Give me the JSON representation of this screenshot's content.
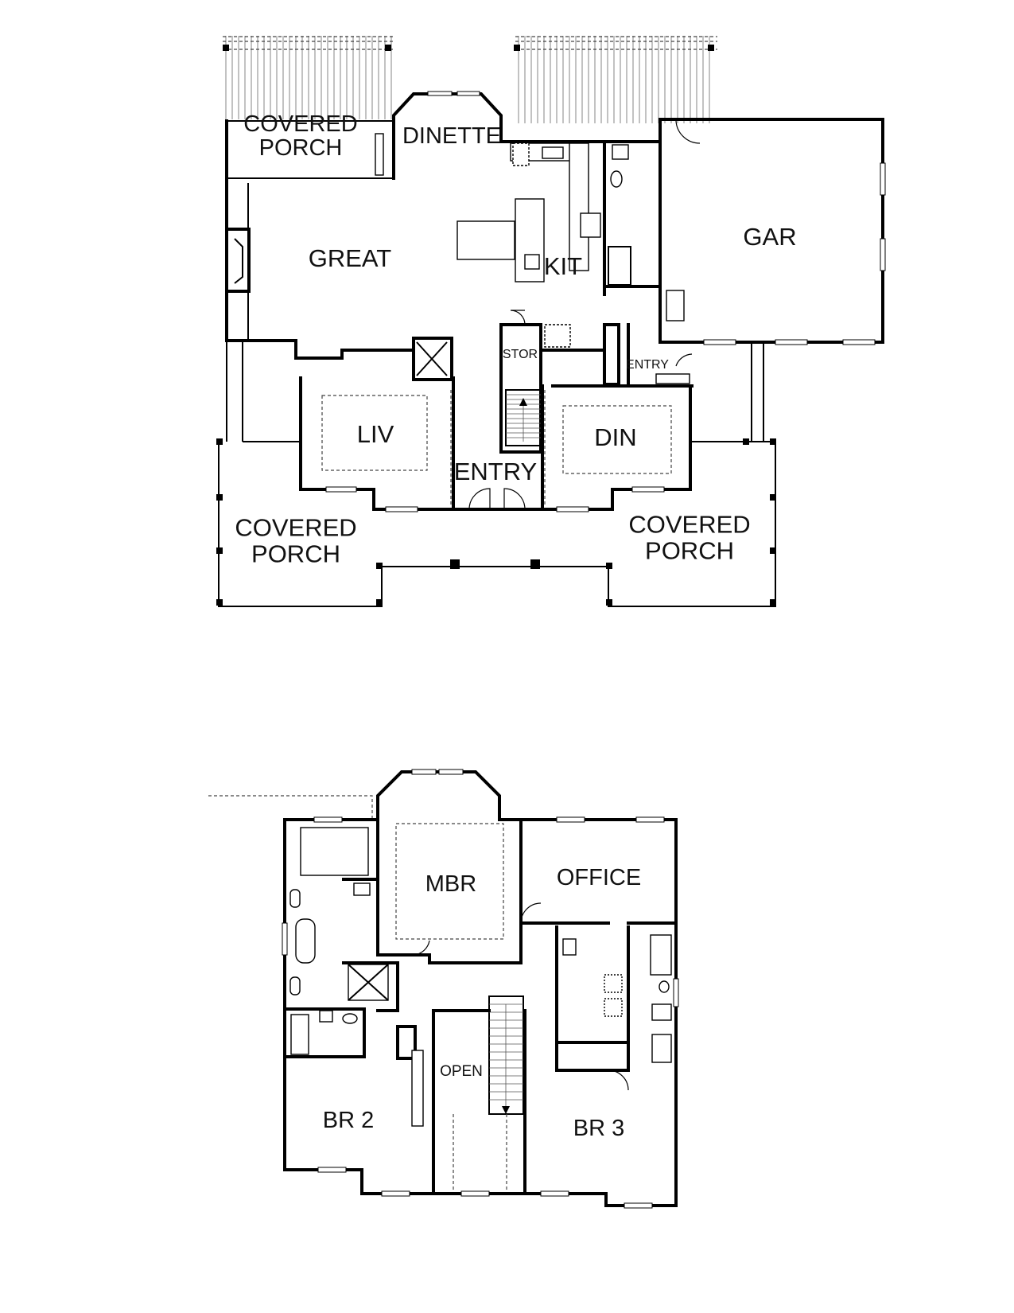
{
  "first_floor": {
    "rooms": {
      "covered_porch_rear": "COVERED\nPORCH",
      "dinette": "DINETTE",
      "great": "GREAT",
      "kit": "KIT",
      "gar": "GAR",
      "stor": "STOR",
      "entry_side": "ENTRY",
      "liv": "LIV",
      "din": "DIN",
      "entry_main": "ENTRY",
      "covered_porch_left": "COVERED\nPORCH",
      "covered_porch_right": "COVERED\nPORCH"
    }
  },
  "second_floor": {
    "rooms": {
      "mbr": "MBR",
      "office": "OFFICE",
      "open": "OPEN",
      "br2": "BR 2",
      "br3": "BR 3"
    }
  }
}
